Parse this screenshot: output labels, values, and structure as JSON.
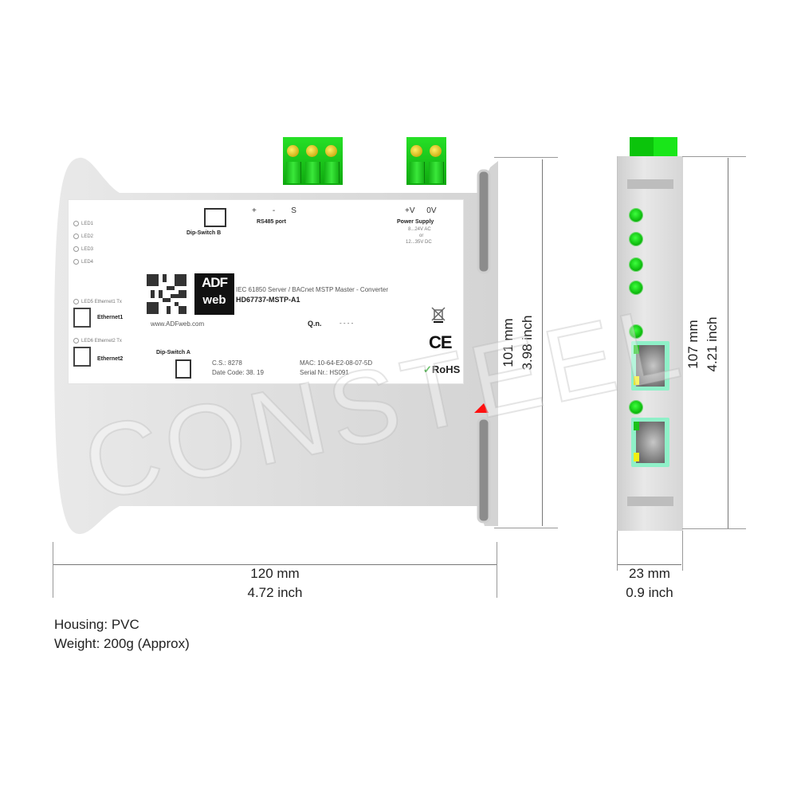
{
  "front_view": {
    "label": {
      "leds": [
        "LED1",
        "LED2",
        "LED3",
        "LED4"
      ],
      "dip_switch_b": "Dip-Switch B",
      "dip_switch_a": "Dip-Switch A",
      "rs485_pins": [
        "+",
        "-",
        "S"
      ],
      "rs485_label": "RS485 port",
      "power_pins": [
        "+V",
        "0V"
      ],
      "power_label": "Power Supply",
      "power_spec_ac": "8...24V AC",
      "power_spec_or": "or",
      "power_spec_dc": "12...35V DC",
      "brand_logo_top": "ADF",
      "brand_logo_bottom": "web",
      "product_description": "IEC 61850 Server / BACnet MSTP Master - Converter",
      "product_code": "HD67737-MSTP-A1",
      "website": "www.ADFweb.com",
      "qn_label": "Q.n.",
      "qn_value": "- - - -",
      "eth1_led": "LED5 Ethernet1 Tx",
      "eth1_label": "Ethernet1",
      "eth2_led": "LED6 Ethernet2 Tx",
      "eth2_label": "Ethernet2",
      "cs_label": "C.S.: 8278",
      "date_code": "Date Code: 38. 19",
      "mac": "MAC: 10-64-E2-08-07-5D",
      "serial": "Serial Nr.: HS091",
      "ce_mark": "CE",
      "rohs_mark": "RoHS",
      "weee_icon": "crossed-bin"
    },
    "dimensions": {
      "height_mm": "101 mm",
      "height_inch": "3.98  inch",
      "width_mm": "120 mm",
      "width_inch": "4.72 inch"
    }
  },
  "side_view": {
    "dimensions": {
      "height_mm": "107 mm",
      "height_inch": "4.21 inch",
      "width_mm": "23 mm",
      "width_inch": "0.9 inch"
    }
  },
  "specs": {
    "housing": "Housing: PVC",
    "weight": "Weight: 200g (Approx)"
  },
  "watermark": "CONSTEEL",
  "colors": {
    "housing": "#dcdcdc",
    "terminal_green": "#22d822",
    "led_green": "#19c219",
    "rj45_frame": "#8ff0c8",
    "marker_red": "#ff1010"
  }
}
